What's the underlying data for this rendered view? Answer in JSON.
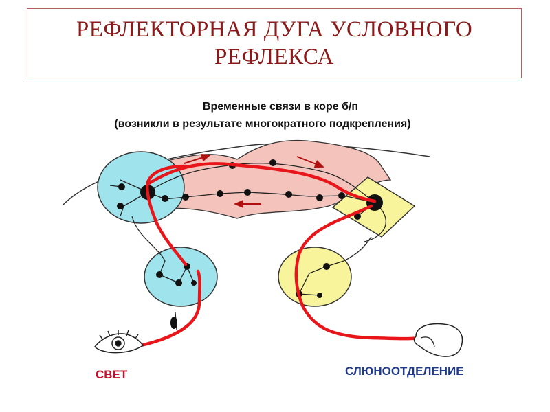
{
  "title": {
    "line1": "РЕФЛЕКТОРНАЯ ДУГА УСЛОВНОГО",
    "line2": "РЕФЛЕКСА"
  },
  "subtitle": {
    "line1": "Временные связи в коре б/п",
    "line2": "(возникли в результате многократного подкрепления)"
  },
  "labels": {
    "stimulus": "СВЕТ",
    "response": "СЛЮНООТДЕЛЕНИЕ"
  },
  "colors": {
    "title": "#8b1a1a",
    "pathway": "#e8161b",
    "cortex_band": "#f4c4bc",
    "visual_center": "#9fe3ec",
    "salivary_center": "#f7f49b",
    "stimulus_label": "#c8102e",
    "response_label": "#1f3a8a"
  },
  "icons": {
    "eye": "eye-icon",
    "gland": "salivary-gland-icon"
  }
}
